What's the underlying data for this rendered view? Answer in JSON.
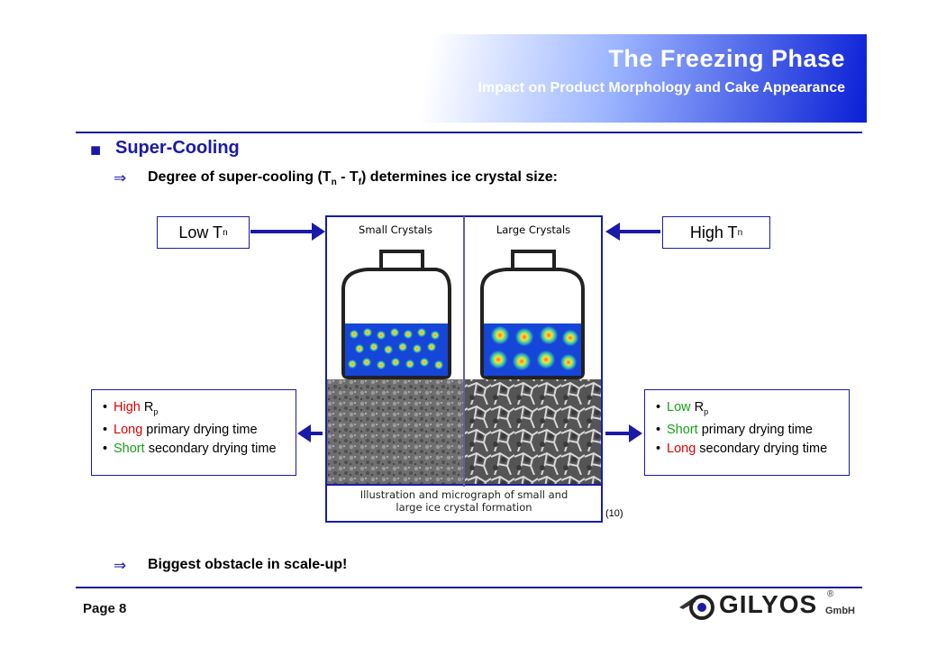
{
  "header": {
    "title": "The Freezing Phase",
    "subtitle": "Impact on Product Morphology and Cake Appearance"
  },
  "section": {
    "heading": "Super-Cooling",
    "line1_pre": "Degree of super-cooling (T",
    "line1_sub1": "n",
    "line1_mid": " - T",
    "line1_sub2": "f",
    "line1_post": ") determines ice crystal size:"
  },
  "labels": {
    "low_main": "Low T",
    "low_sub": "n",
    "high_main": "High T",
    "high_sub": "n"
  },
  "left_box": {
    "item1_color": "High",
    "item1_rest": " R",
    "item1_sub": "p",
    "item2_color": "Long",
    "item2_rest": " primary drying time",
    "item3_color": "Short",
    "item3_rest": " secondary drying time"
  },
  "right_box": {
    "item1_color": "Low",
    "item1_rest": " R",
    "item1_sub": "p",
    "item2_color": "Short",
    "item2_rest": " primary drying time",
    "item3_color": "Long",
    "item3_rest": " secondary drying time"
  },
  "figure": {
    "left_label": "Small Crystals",
    "right_label": "Large Crystals",
    "caption_line1": "Illustration and micrograph of small and",
    "caption_line2": "large ice crystal formation",
    "reference": "(10)"
  },
  "conclusion": "Biggest obstacle in scale-up!",
  "footer": {
    "page": "Page 8",
    "logo_gi": "GI",
    "logo_rest": "LYOS",
    "logo_reg": "®",
    "logo_gmbh": "GmbH"
  },
  "icons": {
    "arrow_symbol": "⇒",
    "bullet_symbol": "■"
  },
  "colors": {
    "accent": "#1a1aa8",
    "bad": "#e00000",
    "good": "#19a019"
  }
}
